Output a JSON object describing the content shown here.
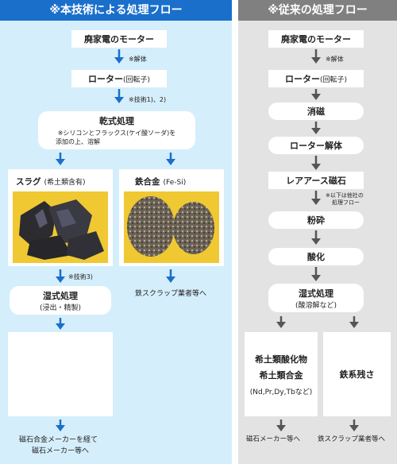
{
  "left": {
    "header": "※本技術による処理フロー",
    "step1": "廃家電のモーター",
    "note1": "※解体",
    "step2_main": "ローター",
    "step2_sub": "(回転子)",
    "note2": "※技術1)、2)",
    "dry_title": "乾式処理",
    "dry_note_line1": "※シリコンとフラックス(ケイ酸ソーダ)を",
    "dry_note_line2": "添加の上、溶解",
    "slag_label": "スラグ",
    "slag_sub": "(希土類含有)",
    "alloy_label": "鉄合金",
    "alloy_sub": "(Fe-Si)",
    "note3": "※技術3)",
    "wet_title": "湿式処理",
    "wet_sub": "(浸出・精製)",
    "alloy_dest": "鉄スクラップ業者等へ",
    "final_line1": "磁石合金メーカーを経て",
    "final_line2": "磁石メーカー等へ"
  },
  "right": {
    "header": "※従来の処理フロー",
    "step1": "廃家電のモーター",
    "note1": "※解体",
    "step2_main": "ローター",
    "step2_sub": "(回転子)",
    "step3": "消磁",
    "step4": "ローター解体",
    "step5": "レアアース磁石",
    "note5_line1": "※以下は他社の",
    "note5_line2": "処理フロー",
    "step6": "粉砕",
    "step7": "酸化",
    "wet_title": "湿式処理",
    "wet_sub": "(酸溶解など)",
    "oxide_line1": "希土類酸化物",
    "oxide_line2": "希土類合金",
    "oxide_line3": "(Nd,Pr,Dy,Tbなど)",
    "iron_residue": "鉄系残さ",
    "dest_left": "磁石メーカー等へ",
    "dest_right": "鉄スクラップ業者等へ"
  },
  "colors": {
    "left_header": "#1a6fcb",
    "right_header": "#808080",
    "arrow_blue": "#1a6fcb",
    "arrow_gray": "#555555",
    "photo_bg": "#f0c832"
  }
}
